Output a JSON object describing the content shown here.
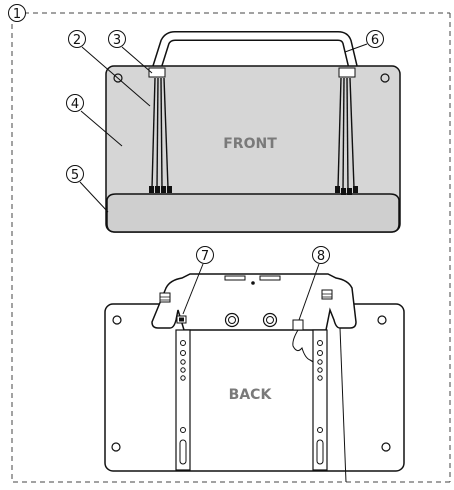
{
  "front": {
    "label": "FRONT"
  },
  "back": {
    "label": "BACK"
  },
  "callouts": [
    "1",
    "2",
    "3",
    "4",
    "5",
    "6",
    "7",
    "8"
  ],
  "colors": {
    "panel_fill": "#d6d6d6",
    "line": "#111111",
    "label_gray": "#7a7a7a",
    "dashed_border": "#444444"
  }
}
